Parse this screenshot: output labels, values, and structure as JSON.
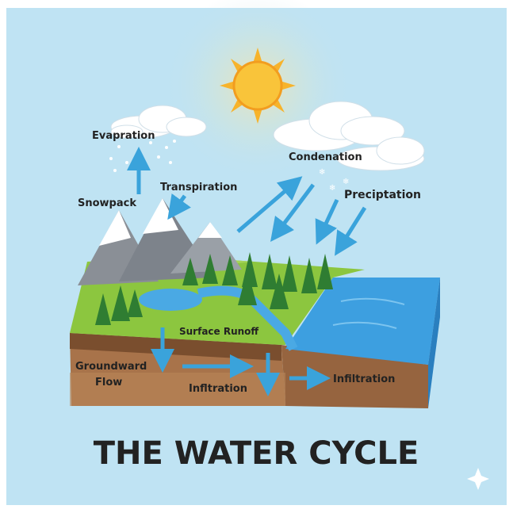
{
  "title": "THE WATER CYCLE",
  "labels": {
    "evaporation": "Evapration",
    "snowpack": "Snowpack",
    "transpiration": "Transpiration",
    "condensation": "Condenation",
    "precipitation": "Preciptation",
    "surface_runoff": "Surface Runoff",
    "groundwater_flow_line1": "Groundward",
    "groundwater_flow_line2": "Flow",
    "infiltration_left": "Infltration",
    "infiltration_right": "Infiltration"
  },
  "colors": {
    "sky": "#bfe3f3",
    "sun": "#f7b32b",
    "arrow": "#3aa3db",
    "water": "#3d9fe0",
    "grass": "#8cc63f",
    "soil": "#b07a4f",
    "mountain": "#8a8f96",
    "tree": "#2f7d32"
  }
}
